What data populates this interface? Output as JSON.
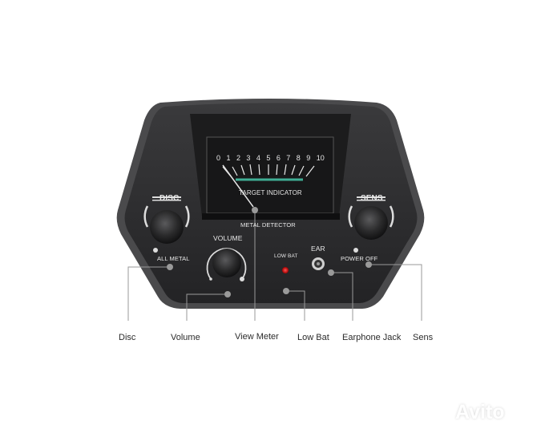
{
  "meter": {
    "scale": [
      "0",
      "1",
      "2",
      "3",
      "4",
      "5",
      "6",
      "7",
      "8",
      "9",
      "10"
    ],
    "title": "TARGET INDICATOR",
    "brand": "METAL DETECTOR"
  },
  "controls": {
    "disc": {
      "label": "DISC",
      "sub": "ALL METAL"
    },
    "sens": {
      "label": "SENS",
      "sub": "POWER OFF"
    },
    "volume": {
      "label": "VOLUME"
    },
    "low_bat": {
      "label": "LOW BAT"
    },
    "ear": {
      "label": "EAR"
    }
  },
  "callouts": [
    {
      "label": "Disc"
    },
    {
      "label": "Volume"
    },
    {
      "label": "View Meter"
    },
    {
      "label": "Low Bat"
    },
    {
      "label": "Earphone Jack"
    },
    {
      "label": "Sens"
    }
  ],
  "colors": {
    "body": "#2a2a2c",
    "meter_bg": "#1a1a1b",
    "accent": "#3fae94",
    "led": "#d11a1a"
  },
  "watermark": "Avito"
}
